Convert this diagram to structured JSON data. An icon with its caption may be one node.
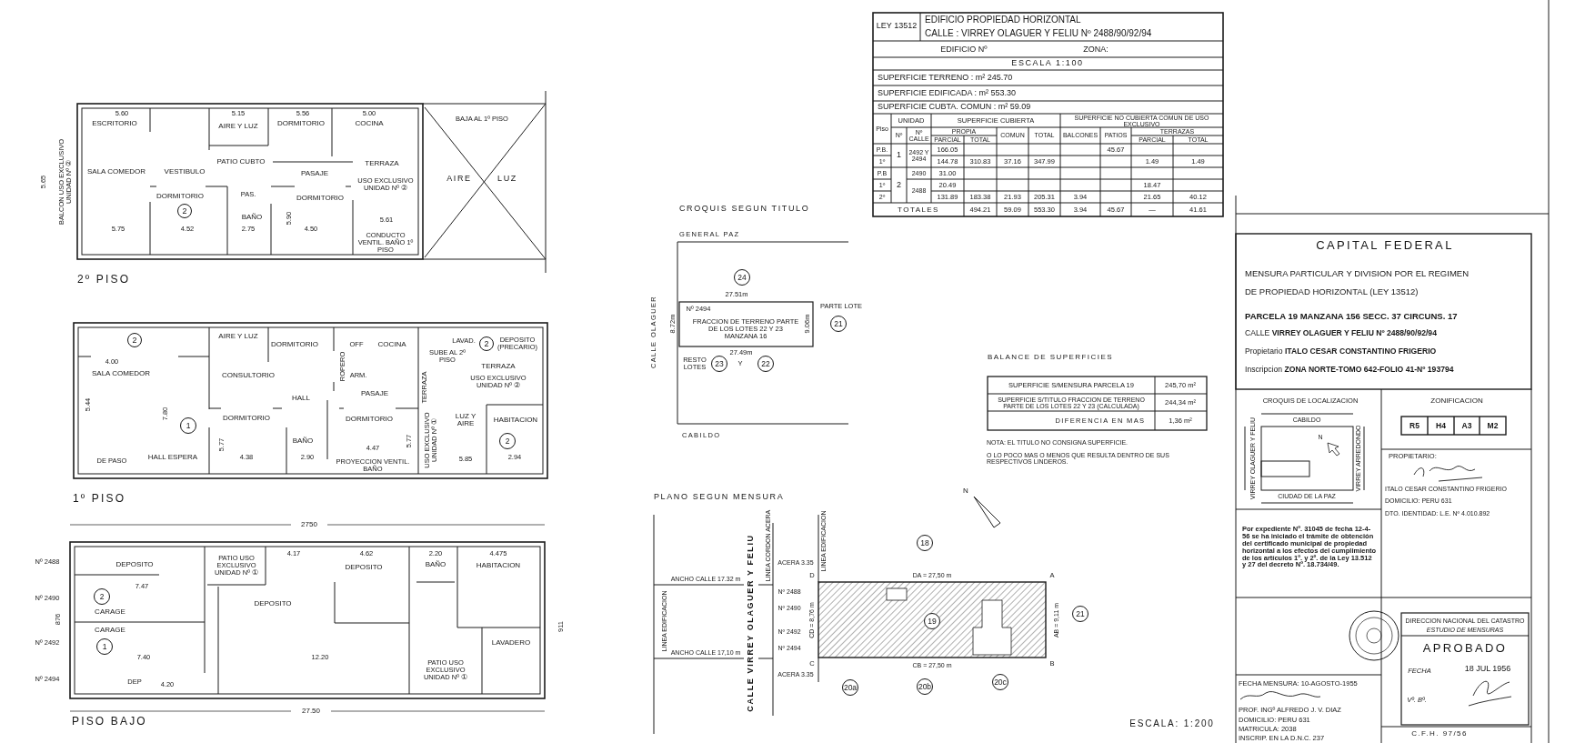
{
  "diagram": {
    "labels": [
      "ESCRITORIO",
      "AIRE Y LUZ",
      "DORMITORIO",
      "COCINA",
      "PATIO CUBTO",
      "SALA COMEDOR",
      "VESTIBULO",
      "PASAJE",
      "TERRAZA",
      "USO EXCLUSIVO UNIDAD Nº ②",
      "DORMITORIO",
      "2",
      "PAS.",
      "DORMITORIO",
      "BAÑO",
      "AIRE",
      "LUZ",
      "BALCON USO EXCLUSIVO UNIDAD Nº ②",
      "CONDUCTO VENTIL. BAÑO 1º PISO",
      "BAJA AL 1º PISO",
      "2º PISO",
      "5.60",
      "5.15",
      "5.56",
      "5.00",
      "5.75",
      "4.52",
      "2.75",
      "4.50",
      "5.61",
      "5.65",
      "5.90",
      "2",
      "4.00",
      "SALA COMEDOR",
      "AIRE Y LUZ",
      "DORMITORIO",
      "OFF",
      "COCINA",
      "ROPERO",
      "LAVAD.",
      "2",
      "DEPOSITO (PRECARIO)",
      "CONSULTORIO",
      "ARM.",
      "HALL",
      "PASAJE",
      "TERRAZA",
      "SUBE AL 2º PISO",
      "TERRAZA",
      "USO EXCLUSIVO UNIDAD Nº ②",
      "DORMITORIO",
      "1",
      "DORMITORIO",
      "LUZ Y AIRE",
      "HABITACION",
      "BAÑO",
      "2",
      "HALL ESPERA",
      "DE PASO",
      "PROYECCION VENTIL. BAÑO",
      "USO EXCLUSIVO UNIDAD Nº ①",
      "1º PISO",
      "4.38",
      "2.90",
      "4.47",
      "5.85",
      "2.94",
      "5.44",
      "7.80",
      "5.77",
      "5.77",
      "2750",
      "Nº 2488",
      "DEPOSITO",
      "PATIO USO EXCLUSIVO UNIDAD Nº ①",
      "DEPOSITO",
      "BAÑO",
      "HABITACION",
      "7.47",
      "Nº 2490",
      "2",
      "DEPOSITO",
      "CARAGE",
      "CARAGE",
      "Nº 2492",
      "1",
      "LAVADERO",
      "7.40",
      "12.20",
      "PATIO USO EXCLUSIVO UNIDAD Nº ①",
      "Nº 2494",
      "DEP",
      "4.20",
      "876",
      "911",
      "27.50",
      "PISO BAJO",
      "4.17",
      "4.62",
      "2.20",
      "4.475",
      "LEY 13512",
      "EDIFICIO PROPIEDAD HORIZONTAL",
      "CALLE : VIRREY OLAGUER Y FELIU Nº 2488/90/92/94",
      "EDIFICIO Nº",
      "ZONA:",
      "ESCALA 1:100",
      "SUPERFICIE TERRENO : m² 245.70",
      "SUPERFICIE EDIFICADA : m² 553.30",
      "SUPERFICIE CUBTA. COMUN : m² 59.09",
      "Piso",
      "UNIDAD",
      "SUPERFICIE CUBIERTA",
      "SUPERFICIE NO CUBIERTA COMUN DE USO EXCLUSIVO",
      "Nº",
      "Nº CALLE",
      "PROPIA",
      "PARCIAL",
      "TOTAL",
      "COMUN",
      "TOTAL",
      "BALCONES",
      "PATIOS",
      "TERRAZAS",
      "PARCIAL",
      "TOTAL",
      "P.B.",
      "1",
      "2492 Y 2494",
      "166.05",
      "45.67",
      "1º",
      "144.78",
      "310.83",
      "37.16",
      "347.99",
      "1.49",
      "1.49",
      "P.B",
      "2",
      "2490",
      "31.00",
      "1º",
      "2488",
      "20.49",
      "18.47",
      "2º",
      "131.89",
      "183.38",
      "21.93",
      "205.31",
      "3.94",
      "21.65",
      "40.12",
      "TOTALES",
      "494.21",
      "59.09",
      "553.30",
      "3.94",
      "45.67",
      "—",
      "41.61",
      "CROQUIS SEGUN TITULO",
      "GENERAL PAZ",
      "24",
      "27.51m",
      "8.72m",
      "Nº 2494",
      "FRACCION DE TERRENO PARTE DE LOS LOTES 22 Y 23 MANZANA 16",
      "9.06m",
      "PARTE LOTE",
      "21",
      "27.49m",
      "RESTO LOTES",
      "23",
      "Y",
      "22",
      "CALLE OLAGUER",
      "CABILDO",
      "BALANCE DE SUPERFICIES",
      "SUPERFICIE S/MENSURA PARCELA 19",
      "245,70 m²",
      "SUPERFICIE S/TITULO FRACCION DE TERRENO PARTE DE LOS LOTES 22 Y 23 (CALCULADA)",
      "244,34 m²",
      "DIFERENCIA EN MAS",
      "1,36 m²",
      "NOTA: EL TITULO NO CONSIGNA SUPERFICIE.",
      "O LO POCO MAS O MENOS QUE RESULTA DENTRO DE SUS RESPECTIVOS LINDEROS.",
      "PLANO SEGUN MENSURA",
      "N",
      "LINEA EDIFICACION",
      "ANCHO CALLE 17.32 m",
      "ANCHO CALLE 17,10 m",
      "CALLE VIRREY OLAGUER Y FELIU",
      "LINEA CORDON ACERA",
      "LINEA EDIFICACION",
      "ACERA 3.35",
      "ACERA 3.35",
      "Nº 2488",
      "Nº 2490",
      "Nº 2492",
      "Nº 2494",
      "D",
      "A",
      "C",
      "B",
      "DA = 27,50 m",
      "CB = 27,50 m",
      "CD = 8,76 m",
      "AB = 9,11 m",
      "19",
      "18",
      "21",
      "20a",
      "20b",
      "20c",
      "ESCALA: 1:200",
      "CAPITAL FEDERAL",
      "MENSURA PARTICULAR Y DIVISION POR EL REGIMEN",
      "DE PROPIEDAD HORIZONTAL (LEY 13512)",
      "PARCELA 19 MANZANA 156 SECC. 37 CIRCUNS. 17",
      "CALLE **VIRREY OLAGUER Y FELIU Nº 2488/90/92/94**",
      "Propietario **ITALO CESAR CONSTANTINO FRIGERIO**",
      "Inscripcion **ZONA NORTE-TOMO 642-FOLIO 41-Nº 193794**",
      "CROQUIS DE LOCALIZACION",
      "CABILDO",
      "VIRREY OLAGUER Y FELIU",
      "VIRREY ARREDONDO",
      "CIUDAD DE LA PAZ",
      "ZONIFICACION",
      "R5",
      "H4",
      "A3",
      "M2",
      "PROPIETARIO:",
      "ITALO CESAR CONSTANTINO FRIGERIO",
      "DOMICILIO: PERU 631",
      "DTO. IDENTIDAD: L.E. Nº 4.010.892",
      "Por expediente Nº. 31045 de fecha 12-4-56 se ha iniciado el trámite de obtención del certificado municipal de propiedad horizontal a los efectos del cumplimiento de los artículos 1º. y 2º. de la Ley 13.512 y 27 del decreto Nº. 18.734/49.",
      "DIRECCION NACIONAL DEL CATASTRO",
      "ESTUDIO DE MENSURAS",
      "APROBADO",
      "FECHA",
      "18 JUL 1956",
      "Vº. Bº.",
      "FECHA MENSURA: 10-AGOSTO-1955",
      "PROF. INGº ALFREDO J. V. DIAZ",
      "DOMICILIO: PERU 631",
      "MATRICULA: 2038",
      "INSCRIP. EN LA D.N.C. 237",
      "C.F.H. 97/56",
      "N"
    ]
  }
}
